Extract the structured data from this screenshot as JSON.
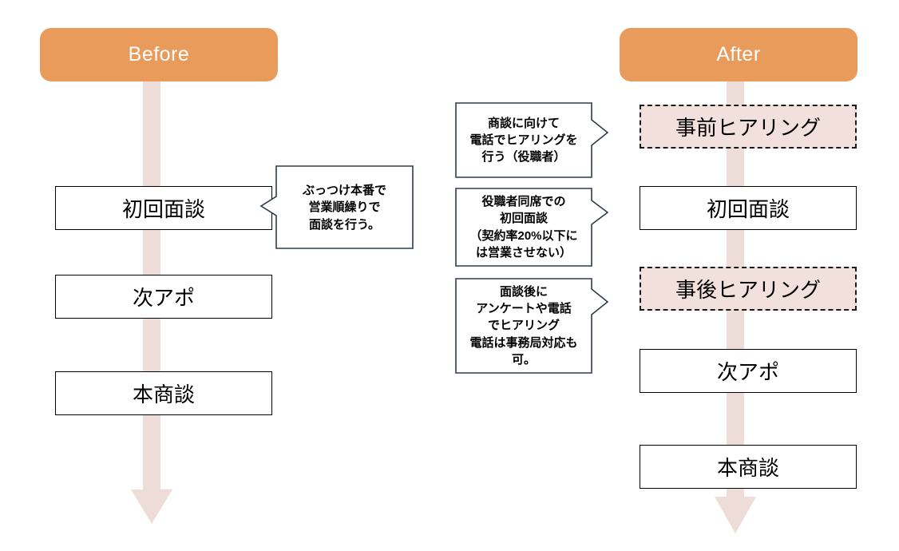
{
  "diagram": {
    "type": "before-after-flow",
    "colors": {
      "header_orange": "#E99B5C",
      "spine_pink": "#EEDCD8",
      "highlight_fill": "#F2E0DC",
      "box_border": "#000000",
      "callout_border": "#2E3B4E",
      "header_text": "#FFFFFF"
    },
    "columns": [
      {
        "id": "before",
        "header": "Before",
        "stages": [
          {
            "label": "初回面談",
            "highlight": false
          },
          {
            "label": "次アポ",
            "highlight": false
          },
          {
            "label": "本商談",
            "highlight": false
          }
        ],
        "callouts": [
          {
            "id": "before-callout-1",
            "tail": "left",
            "lines": [
              "ぶっつけ本番で",
              "営業順繰りで",
              "面談を行う。"
            ]
          }
        ]
      },
      {
        "id": "after",
        "header": "After",
        "stages": [
          {
            "label": "事前ヒアリング",
            "highlight": true
          },
          {
            "label": "初回面談",
            "highlight": false
          },
          {
            "label": "事後ヒアリング",
            "highlight": true
          },
          {
            "label": "次アポ",
            "highlight": false
          },
          {
            "label": "本商談",
            "highlight": false
          }
        ],
        "callouts": [
          {
            "id": "after-callout-1",
            "tail": "right",
            "lines": [
              "商談に向けて",
              "電話でヒアリングを",
              "行う（役職者）"
            ]
          },
          {
            "id": "after-callout-2",
            "tail": "right",
            "lines": [
              "役職者同席での",
              "初回面談",
              "（契約率20%以下に",
              "は営業させない）"
            ]
          },
          {
            "id": "after-callout-3",
            "tail": "right",
            "lines": [
              "面談後に",
              "アンケートや電話",
              "でヒアリング",
              "電話は事務局対応も",
              "可。"
            ]
          }
        ]
      }
    ]
  }
}
